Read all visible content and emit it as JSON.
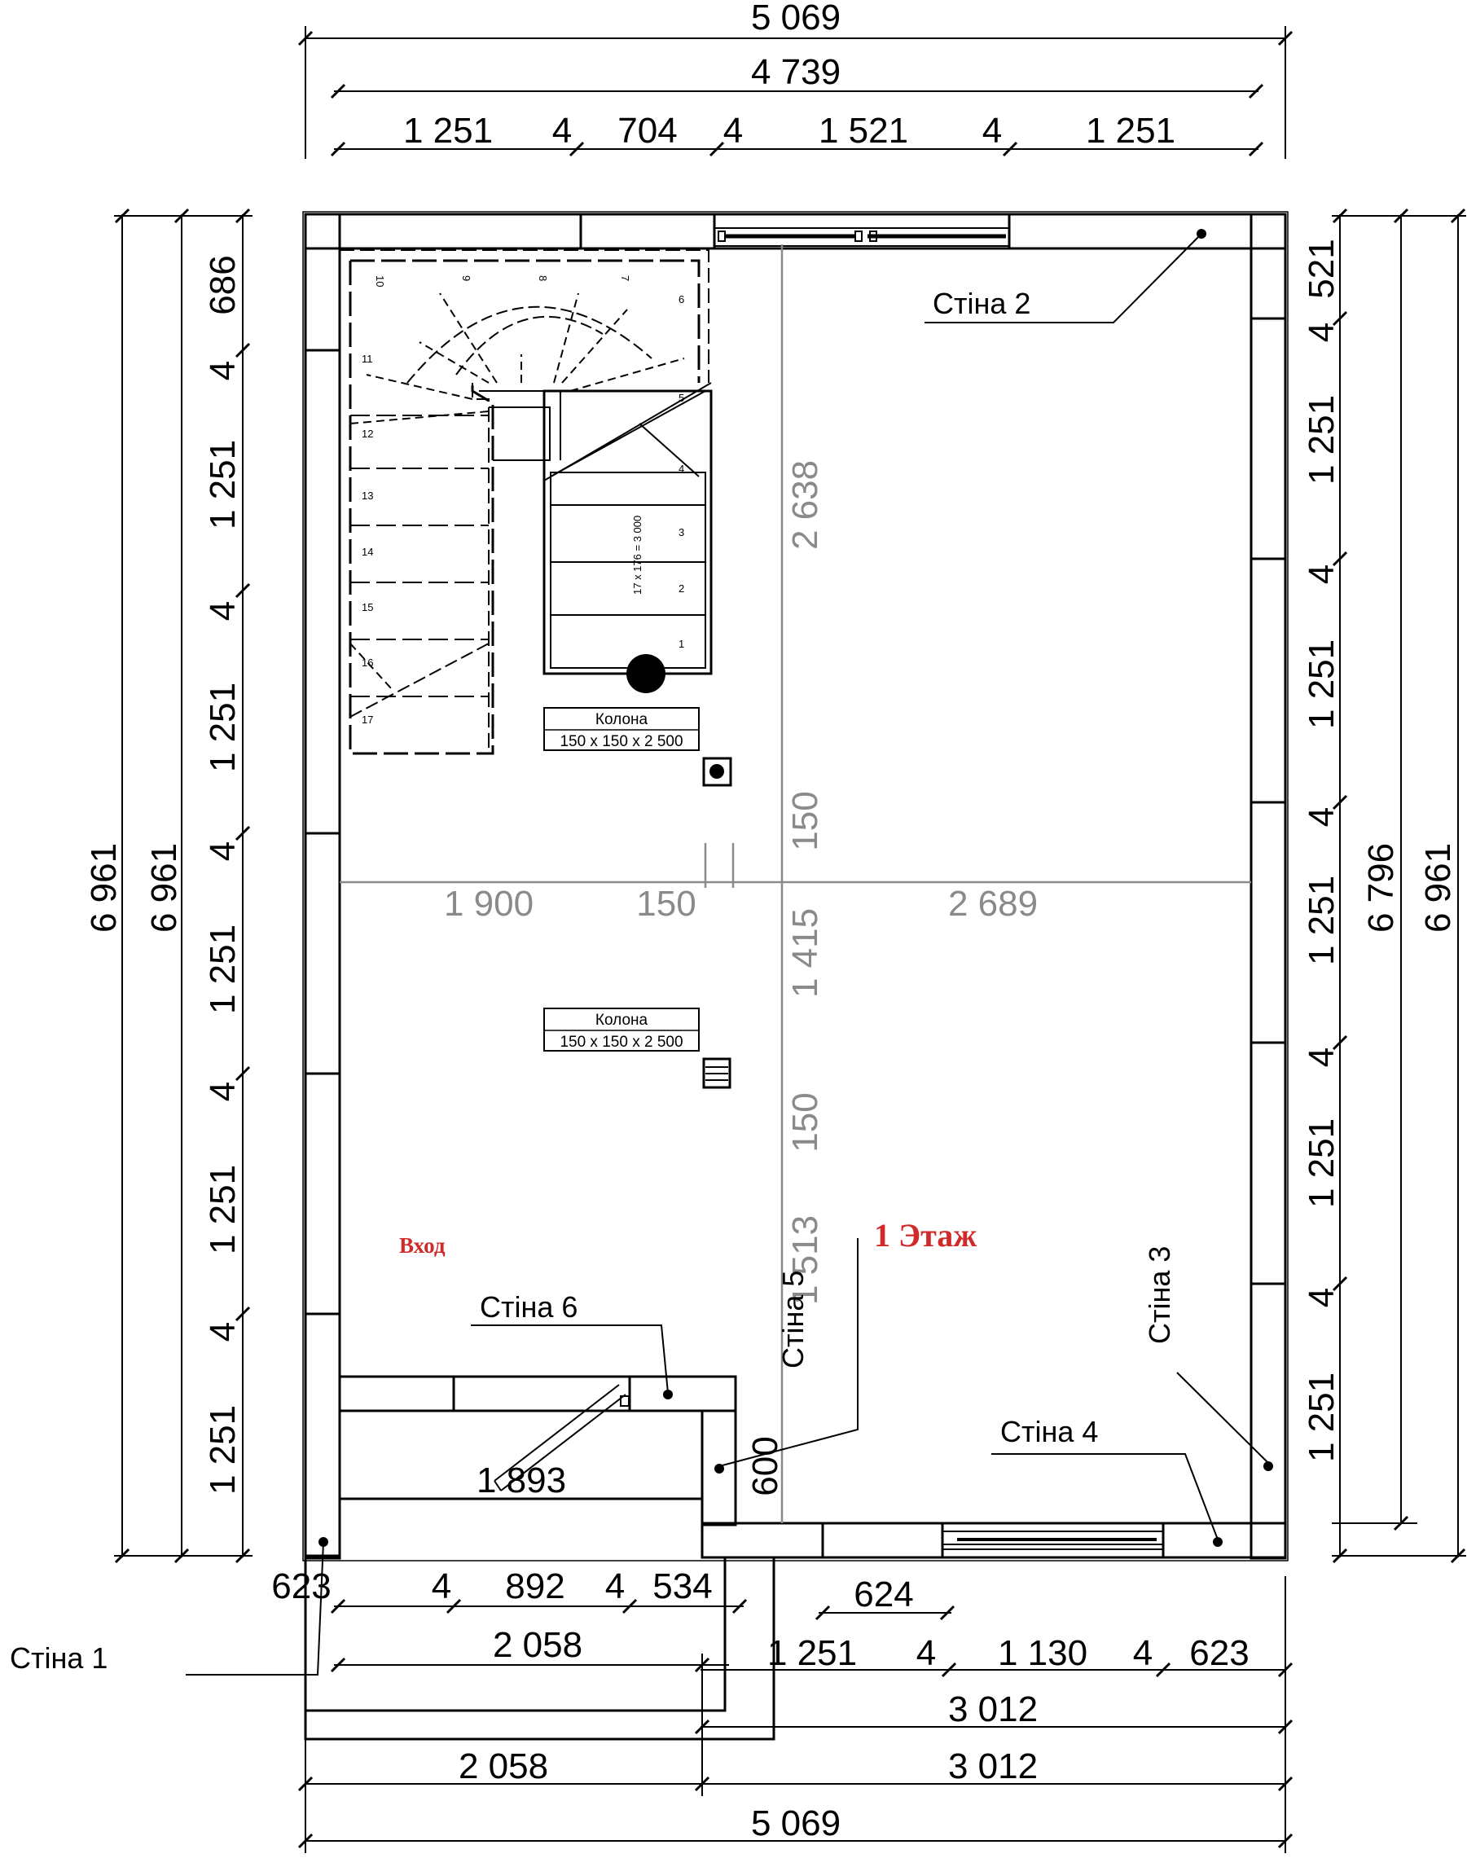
{
  "colors": {
    "line": "#000000",
    "gray_dim": "#8a8a8a",
    "accent_red": "#d12a2a"
  },
  "title": "1 Этаж",
  "entrance": "Вход",
  "walls": [
    "Стіна 1",
    "Стіна 2",
    "Стіна 3",
    "Стіна 4",
    "Стіна 5",
    "Стіна 6"
  ],
  "columns": [
    {
      "name": "Колона",
      "size": "150 x 150 x 2 500"
    },
    {
      "name": "Колона",
      "size": "150 x 150 x 2 500"
    }
  ],
  "stair_formula": "17 x 176 = 3 000",
  "stair_steps": [
    "1",
    "2",
    "3",
    "4",
    "5",
    "6",
    "7",
    "8",
    "9",
    "10",
    "11",
    "12",
    "13",
    "14",
    "15",
    "16",
    "17"
  ],
  "dims_top": {
    "overall": "5 069",
    "inner": "4 739",
    "segments": [
      "1 251",
      "4",
      "704",
      "4",
      "1 521",
      "4",
      "1 251"
    ]
  },
  "dims_left": {
    "overall_a": "6 961",
    "overall_b": "6 961",
    "segments": [
      "686",
      "4",
      "1 251",
      "4",
      "1 251",
      "4",
      "1 251",
      "4",
      "1 251",
      "4",
      "1 251"
    ]
  },
  "dims_right": {
    "overall_a": "6 796",
    "overall_b": "6 961",
    "segments": [
      "521",
      "4",
      "1 251",
      "4",
      "1 251",
      "4",
      "1 251",
      "4",
      "1 251",
      "4",
      "1 251"
    ]
  },
  "dims_bottom": {
    "row1": [
      "623",
      "4",
      "892",
      "4",
      "534"
    ],
    "window": "624",
    "left_2058": "2 058",
    "row2_right": [
      "1 251",
      "4",
      "1 130",
      "4",
      "623"
    ],
    "right_3012_a": "3 012",
    "left_2058_b": "2 058",
    "right_3012_b": "3 012",
    "overall": "5 069"
  },
  "dims_inner": {
    "h_left": "1 900",
    "h_col": "150",
    "h_right": "2 689",
    "v_top": "2 638",
    "v_col1": "150",
    "v_mid": "1 415",
    "v_col2": "150",
    "v_low": "1 513",
    "v_bottom": "600",
    "porch": "1 893"
  }
}
